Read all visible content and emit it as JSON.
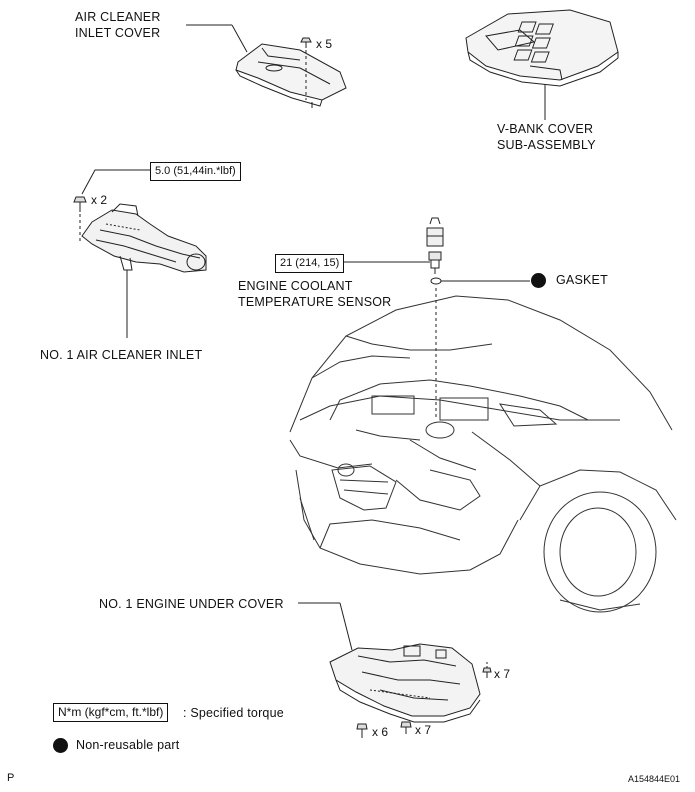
{
  "labels": {
    "air_cleaner_inlet_cover": "AIR CLEANER\nINLET COVER",
    "v_bank_cover": "V-BANK COVER\nSUB-ASSEMBLY",
    "no1_air_cleaner_inlet": "NO. 1 AIR CLEANER INLET",
    "engine_coolant_sensor": "ENGINE COOLANT\nTEMPERATURE SENSOR",
    "gasket": "GASKET",
    "no1_engine_under_cover": "NO. 1 ENGINE UNDER COVER"
  },
  "torque": {
    "inlet_bolt": "5.0 (51,44in.*lbf)",
    "sensor": "21 (214, 15)"
  },
  "quantities": {
    "cover_clips": "x 5",
    "inlet_bolts": "x 2",
    "under_cover_right": "x 7",
    "under_cover_bottom_left": "x 6",
    "under_cover_bottom_right": "x 7"
  },
  "legend": {
    "torque_box": "N*m (kgf*cm, ft.*lbf)",
    "torque_text": ": Specified torque",
    "nonreusable_text": "Non-reusable part"
  },
  "footer": {
    "left": "P",
    "right": "A154844E01"
  }
}
